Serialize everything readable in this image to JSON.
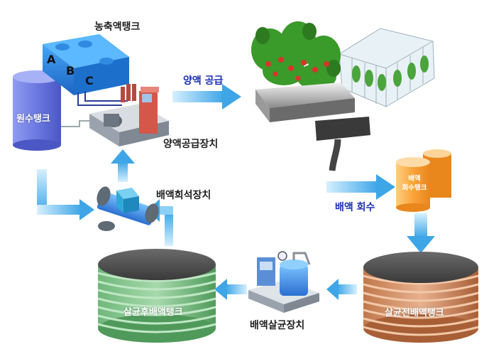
{
  "labels": {
    "concentrate_tank": "농축액탱크",
    "tank_a": "A",
    "tank_b": "B",
    "tank_c": "C",
    "raw_water_tank": "원수탱크",
    "nutrient_supply_device": "양액공급장치",
    "nutrient_supply": "양액 공급",
    "drain_dilution_device": "배액희석장치",
    "drain_recovery": "배액 회수",
    "drain_recovery_tank_line1": "배액",
    "drain_recovery_tank_line2": "회수탱크",
    "post_sterilization_tank": "살균후배액탱크",
    "drain_sterilization_device": "배액살균장치",
    "pre_sterilization_tank": "살균전배액탱크"
  },
  "colors": {
    "arrow_blue": "#5bb8ec",
    "raw_tank_purple": "#7b86e6",
    "concentrate_blue": "#2c7fd6",
    "green_ring": "#5fc06a",
    "orange_ring": "#d98c5c",
    "recovery_orange": "#f7a33a"
  }
}
